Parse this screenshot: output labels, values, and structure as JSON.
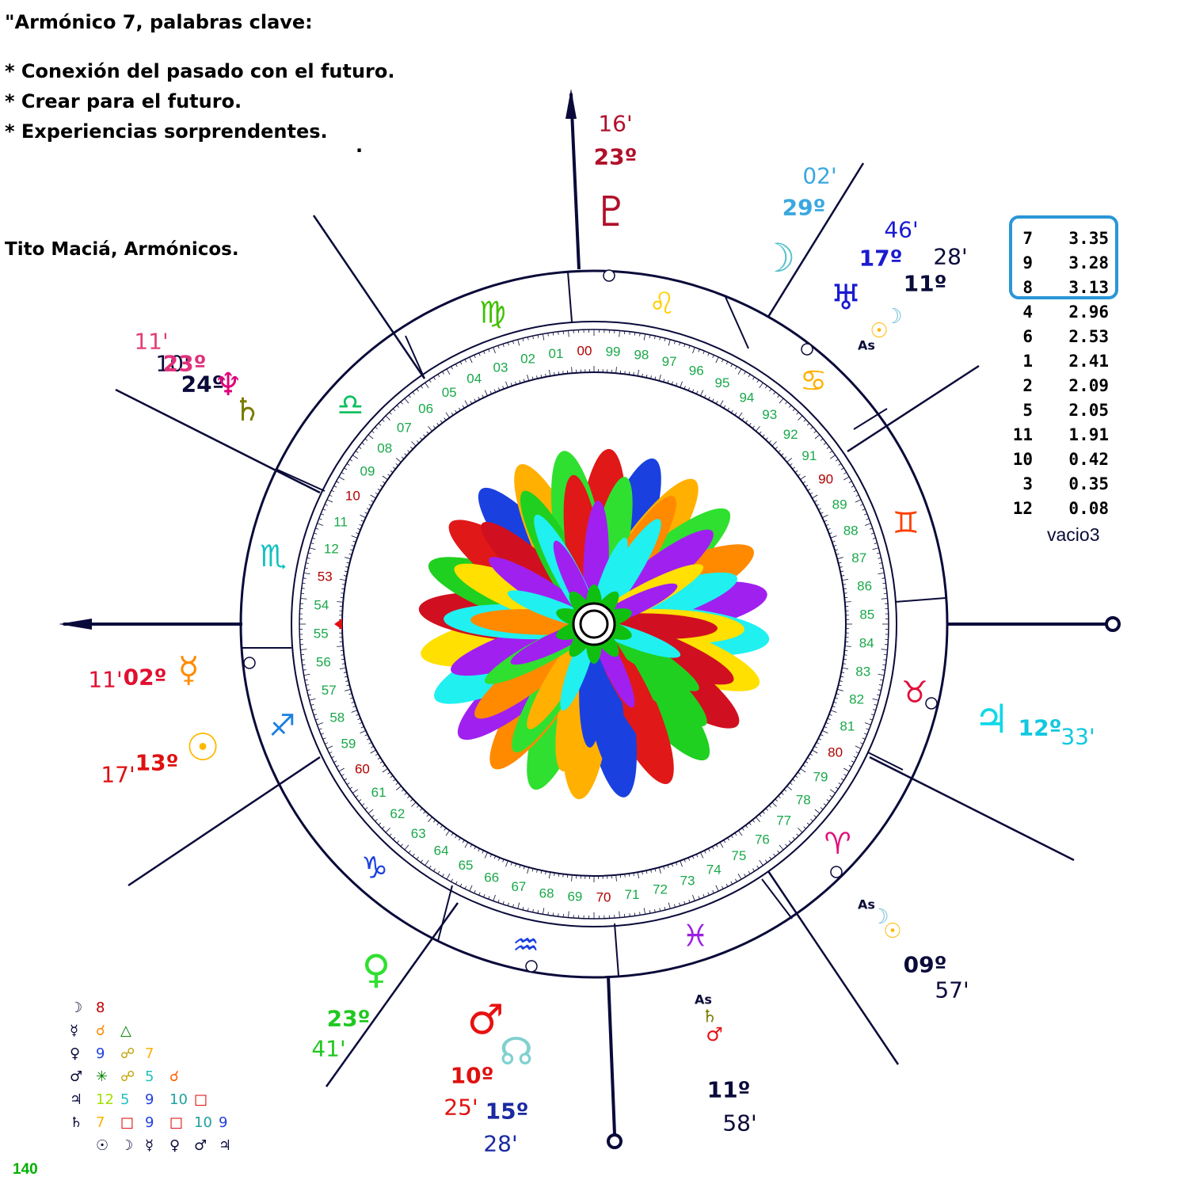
{
  "header": {
    "title": "\"Armónico 7, palabras clave:",
    "bullets": [
      "* Conexión del pasado con el futuro.",
      "* Crear para el futuro.",
      "* Experiencias sorprendentes."
    ],
    "dot": ".",
    "author": "Tito Maciá, Armónicos."
  },
  "scores": [
    {
      "h": "7",
      "v": "3.35"
    },
    {
      "h": "9",
      "v": "3.28"
    },
    {
      "h": "8",
      "v": "3.13"
    },
    {
      "h": "4",
      "v": "2.96"
    },
    {
      "h": "6",
      "v": "2.53"
    },
    {
      "h": "1",
      "v": "2.41"
    },
    {
      "h": "2",
      "v": "2.09"
    },
    {
      "h": "5",
      "v": "2.05"
    },
    {
      "h": "11",
      "v": "1.91"
    },
    {
      "h": "10",
      "v": "0.42"
    },
    {
      "h": "3",
      "v": "0.35"
    },
    {
      "h": "12",
      "v": "0.08"
    }
  ],
  "scores_highlight_count": 3,
  "vacio_label": "vacio3",
  "harmonic_number": "140",
  "colors": {
    "navy": "#0a0a3a",
    "score_box": "#2a96d6",
    "degree_green": "#1aa84a",
    "degree_red": "#b00000",
    "pluto": "#b0102a",
    "moon": "#3aa8e0",
    "uranus": "#1a1ad0",
    "neptune": "#e0007a",
    "saturn": "#7a7a00",
    "mercury": "#ff8a00",
    "sun": "#ffb800",
    "venus": "#30e030",
    "mars": "#e81010",
    "jupiter": "#10d8e8",
    "node": "#80d0d0"
  },
  "zodiac_signs": [
    "♌",
    "♋",
    "♊",
    "♉",
    "♈",
    "♓",
    "♒",
    "♑",
    "♐",
    "♏",
    "♎",
    "♍"
  ],
  "zodiac_colors": [
    "#ffd000",
    "#ffb000",
    "#ff4000",
    "#e0103a",
    "#e0107a",
    "#9a20e0",
    "#1a40e0",
    "#1a40e0",
    "#1a80e0",
    "#10c0c0",
    "#10c060",
    "#40c000"
  ],
  "degree_ring_numbers": [
    "00",
    "01",
    "02",
    "03",
    "04",
    "05",
    "06",
    "07",
    "08",
    "09",
    "10",
    "11",
    "12",
    "53",
    "54",
    "55",
    "56",
    "57",
    "58",
    "59",
    "60",
    "61",
    "62",
    "63",
    "64",
    "65",
    "66",
    "67",
    "68",
    "69",
    "70",
    "71",
    "72",
    "73",
    "74",
    "75",
    "76",
    "77",
    "78",
    "79",
    "80",
    "81",
    "82",
    "83",
    "84",
    "85",
    "86",
    "87",
    "88",
    "89",
    "90",
    "91",
    "92",
    "93",
    "94",
    "95",
    "96",
    "97",
    "98",
    "99"
  ],
  "degree_ring_red": [
    "00",
    "10",
    "53",
    "60",
    "70",
    "80",
    "90"
  ],
  "planets": [
    {
      "name": "pluto",
      "glyph": "♇",
      "deg": "23º",
      "min": "16'"
    },
    {
      "name": "moon",
      "glyph": "☽",
      "deg": "29º",
      "min": "02'"
    },
    {
      "name": "uranus",
      "glyph": "♅",
      "deg": "17º",
      "min": "46'"
    },
    {
      "name": "ascendant-moon",
      "glyph": "As",
      "deg": "11º",
      "min": "28'"
    },
    {
      "name": "neptune",
      "glyph": "♆",
      "deg": "23º",
      "min": "11'"
    },
    {
      "name": "saturn",
      "glyph": "♄",
      "deg": "24º",
      "min": "10'"
    },
    {
      "name": "mercury",
      "glyph": "☿",
      "deg": "02º",
      "min": "11'"
    },
    {
      "name": "sun",
      "glyph": "☉",
      "deg": "13º",
      "min": "17'"
    },
    {
      "name": "jupiter",
      "glyph": "♃",
      "deg": "12º",
      "min": "33'"
    },
    {
      "name": "venus",
      "glyph": "♀",
      "deg": "23º",
      "min": "41'"
    },
    {
      "name": "mars",
      "glyph": "♂",
      "deg": "10º",
      "min": "25'"
    },
    {
      "name": "node",
      "glyph": "☊",
      "deg": "15º",
      "min": "28'"
    },
    {
      "name": "ascendant-saturn-mars",
      "glyph": "As",
      "deg": "11º",
      "min": "58'"
    },
    {
      "name": "ascendant-moon-sun",
      "glyph": "As",
      "deg": "09º",
      "min": "57'"
    }
  ],
  "aspect_grid": {
    "rows": [
      {
        "label": "☽",
        "cells": [
          {
            "t": "8",
            "c": "#c00000"
          }
        ]
      },
      {
        "label": "☿",
        "cells": [
          {
            "t": "☌",
            "c": "#ff8a00"
          },
          {
            "t": "△",
            "c": "#008000"
          }
        ]
      },
      {
        "label": "♀",
        "cells": [
          {
            "t": "9",
            "c": "#2040e0"
          },
          {
            "t": "☍",
            "c": "#c0a000"
          },
          {
            "t": "7",
            "c": "#ffb000"
          }
        ]
      },
      {
        "label": "♂",
        "cells": [
          {
            "t": "✳",
            "c": "#008000"
          },
          {
            "t": "☍",
            "c": "#c0a000"
          },
          {
            "t": "5",
            "c": "#20c0c0"
          },
          {
            "t": "☌",
            "c": "#ff6000"
          }
        ]
      },
      {
        "label": "♃",
        "cells": [
          {
            "t": "12",
            "c": "#a0e000"
          },
          {
            "t": "5",
            "c": "#20c0c0"
          },
          {
            "t": "9",
            "c": "#2040e0"
          },
          {
            "t": "10",
            "c": "#20a0a0"
          },
          {
            "t": "□",
            "c": "#e00000"
          }
        ]
      },
      {
        "label": "♄",
        "cells": [
          {
            "t": "7",
            "c": "#ffb000"
          },
          {
            "t": "□",
            "c": "#e00000"
          },
          {
            "t": "9",
            "c": "#2040e0"
          },
          {
            "t": "□",
            "c": "#e00000"
          },
          {
            "t": "10",
            "c": "#20a0a0"
          },
          {
            "t": "9",
            "c": "#2040e0"
          }
        ]
      }
    ],
    "footer": [
      "☉",
      "☽",
      "☿",
      "♀",
      "♂",
      "♃"
    ]
  }
}
